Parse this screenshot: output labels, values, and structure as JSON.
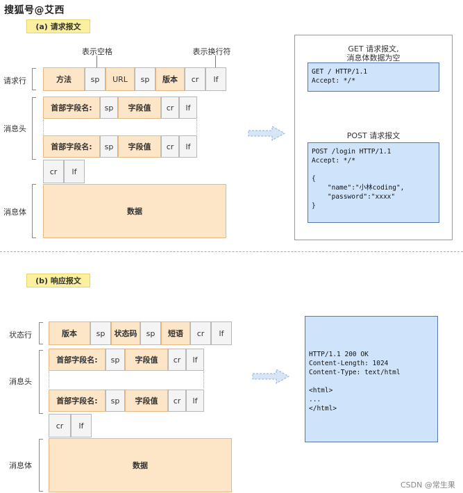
{
  "watermark": "搜狐号@艾西",
  "csdn": "CSDN @常生果",
  "request": {
    "tag": "(a) 请求报文",
    "note_space": "表示空格",
    "note_newline": "表示换行符",
    "label_line": "请求行",
    "label_headers": "消息头",
    "label_body": "消息体",
    "line": [
      "方法",
      "sp",
      "URL",
      "sp",
      "版本",
      "cr",
      "lf"
    ],
    "header": [
      "首部字段名:",
      "sp",
      "字段值",
      "cr",
      "lf"
    ],
    "crlf": [
      "cr",
      "lf"
    ],
    "body": "数据",
    "get_caption_1": "GET 请求报文,",
    "get_caption_2": "消息体数据为空",
    "get_code": "GET / HTTP/1.1\nAccept: */*",
    "post_caption": "POST 请求报文",
    "post_code": "POST /login HTTP/1.1\nAccept: */*\n\n{\n    \"name\":\"小林coding\",\n    \"password\":\"xxxx\"\n}"
  },
  "response": {
    "tag": "(b) 响应报文",
    "label_line": "状态行",
    "label_headers": "消息头",
    "label_body": "消息体",
    "line": [
      "版本",
      "sp",
      "状态码",
      "sp",
      "短语",
      "cr",
      "lf"
    ],
    "header": [
      "首部字段名:",
      "sp",
      "字段值",
      "cr",
      "lf"
    ],
    "crlf": [
      "cr",
      "lf"
    ],
    "body": "数据",
    "code": "HTTP/1.1 200 OK\nContent-Length: 1024\nContent-Type: text/html\n\n<html>\n...\n</html>"
  },
  "colors": {
    "orange_fill": "#fde6c8",
    "gray_fill": "#f4f4f4",
    "blue_fill": "#cfe3fb",
    "tag_fill": "#fbf0a0"
  }
}
